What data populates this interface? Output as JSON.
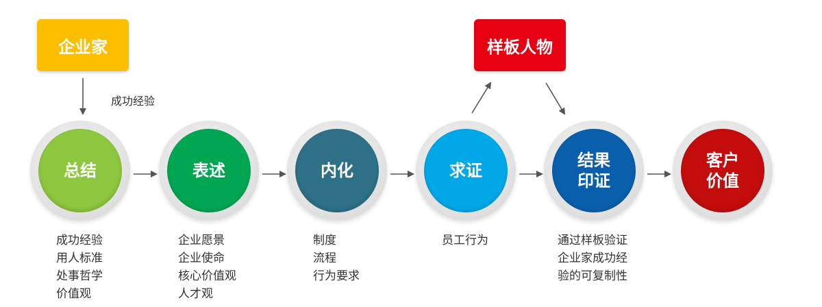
{
  "top_boxes": {
    "entrepreneur": {
      "label": "企业家",
      "color": "#fbbf00"
    },
    "role_model": {
      "label": "样板人物",
      "color": "#e60012"
    }
  },
  "side_label": "成功经验",
  "stages": [
    {
      "line1": "总结",
      "line2": "",
      "color": "#8dc63f",
      "desc": [
        "成功经验",
        "用人标准",
        "处事哲学",
        "价值观"
      ]
    },
    {
      "line1": "表述",
      "line2": "",
      "color": "#00a652",
      "desc": [
        "企业愿景",
        "企业使命",
        "核心价值观",
        "人才观"
      ]
    },
    {
      "line1": "内化",
      "line2": "",
      "color": "#2e7086",
      "desc": [
        "制度",
        "流程",
        "行为要求"
      ]
    },
    {
      "line1": "求证",
      "line2": "",
      "color": "#00a8e8",
      "desc": [
        "员工行为"
      ]
    },
    {
      "line1": "结果",
      "line2": "印证",
      "color": "#0a5fad",
      "desc": [
        "通过样板验证",
        "企业家成功经",
        "验的可复制性"
      ]
    },
    {
      "line1": "客户",
      "line2": "价值",
      "color": "#c30d0d",
      "desc": []
    }
  ]
}
